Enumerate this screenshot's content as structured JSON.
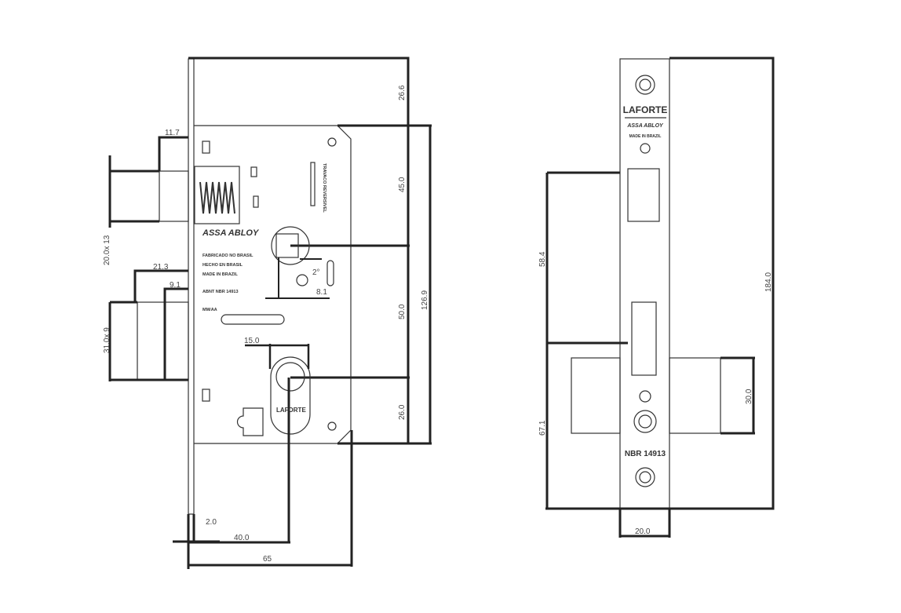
{
  "left_view": {
    "brand": "ASSA ABLOY",
    "made_in_lines": [
      "FABRICADO NO BRASIL",
      "HECHO EN BRASIL",
      "MADE IN BRAZIL"
    ],
    "standard": "ABNT NBR 14913",
    "date_code": "MM/AA",
    "latch_note": "TRAVACO REVERSIVEL",
    "cylinder_logo": "LAFORTE",
    "dimensions": {
      "top_to_follower": "26.6",
      "follower_segment": "45.0",
      "follower_to_cylinder": "50.0",
      "cylinder_to_bottom": "26.0",
      "case_height": "126.9",
      "latch_projection": "11.7",
      "latch_size": "20.0x 13",
      "bolt_projection": "21.3",
      "bolt_inner": "9.1",
      "bolt_size": "31.0x 9",
      "cylinder_width": "15.0",
      "faceplate_thickness": "2.0",
      "backset": "40.0",
      "depth": "65",
      "follower_square": "8.1",
      "angle": "2°"
    }
  },
  "right_view": {
    "logo": "LAFORTE",
    "brand": "ASSA ABLOY",
    "made_in": "MADE IN BRAZIL",
    "standard": "NBR 14913",
    "dimensions": {
      "latch_to_bolt": "58.4",
      "bolt_to_bottom": "67.1",
      "total_height": "184.0",
      "bolt_height": "30.0",
      "faceplate_width": "20.0"
    }
  }
}
